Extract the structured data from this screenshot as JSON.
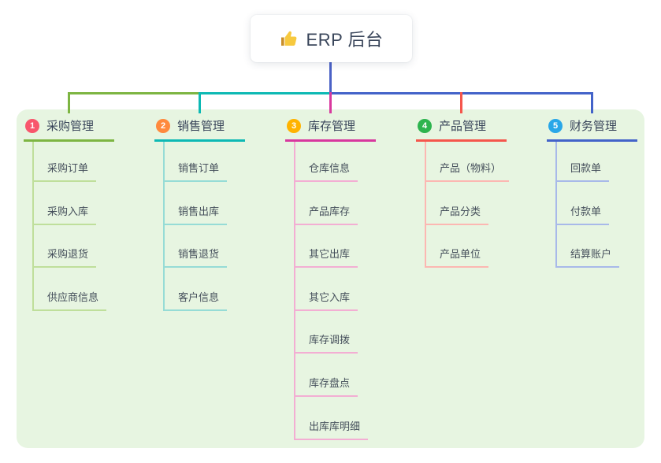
{
  "root": {
    "icon": "thumbs-up-icon",
    "title": "ERP 后台"
  },
  "branches": [
    {
      "number": "1",
      "label": "采购管理",
      "badge_color": "#f8566c",
      "line_color": "#7db542",
      "line_light": "#bfdf9b",
      "children": [
        "采购订单",
        "采购入库",
        "采购退货",
        "供应商信息"
      ]
    },
    {
      "number": "2",
      "label": "销售管理",
      "badge_color": "#ff8a3d",
      "line_color": "#0db9b4",
      "line_light": "#96dcd6",
      "children": [
        "销售订单",
        "销售出库",
        "销售退货",
        "客户信息"
      ]
    },
    {
      "number": "3",
      "label": "库存管理",
      "badge_color": "#ffb300",
      "line_color": "#d8389e",
      "line_light": "#f3aed3",
      "children": [
        "仓库信息",
        "产品库存",
        "其它出库",
        "其它入库",
        "库存调拨",
        "库存盘点",
        "出库库明细"
      ]
    },
    {
      "number": "4",
      "label": "产品管理",
      "badge_color": "#2db44e",
      "line_color": "#f5564c",
      "line_light": "#fcb7b2",
      "children": [
        "产品（物料）",
        "产品分类",
        "产品单位"
      ]
    },
    {
      "number": "5",
      "label": "财务管理",
      "badge_color": "#29a7e8",
      "line_color": "#4363c9",
      "line_light": "#a8b9e9",
      "children": [
        "回款单",
        "付款单",
        "结算账户"
      ]
    }
  ],
  "colors": {
    "page_background": "#ffffff",
    "panel_background": "#e7f5e1",
    "root_connector": "#4a61c6",
    "node_text": "#39455a",
    "child_text": "#454f5b"
  }
}
